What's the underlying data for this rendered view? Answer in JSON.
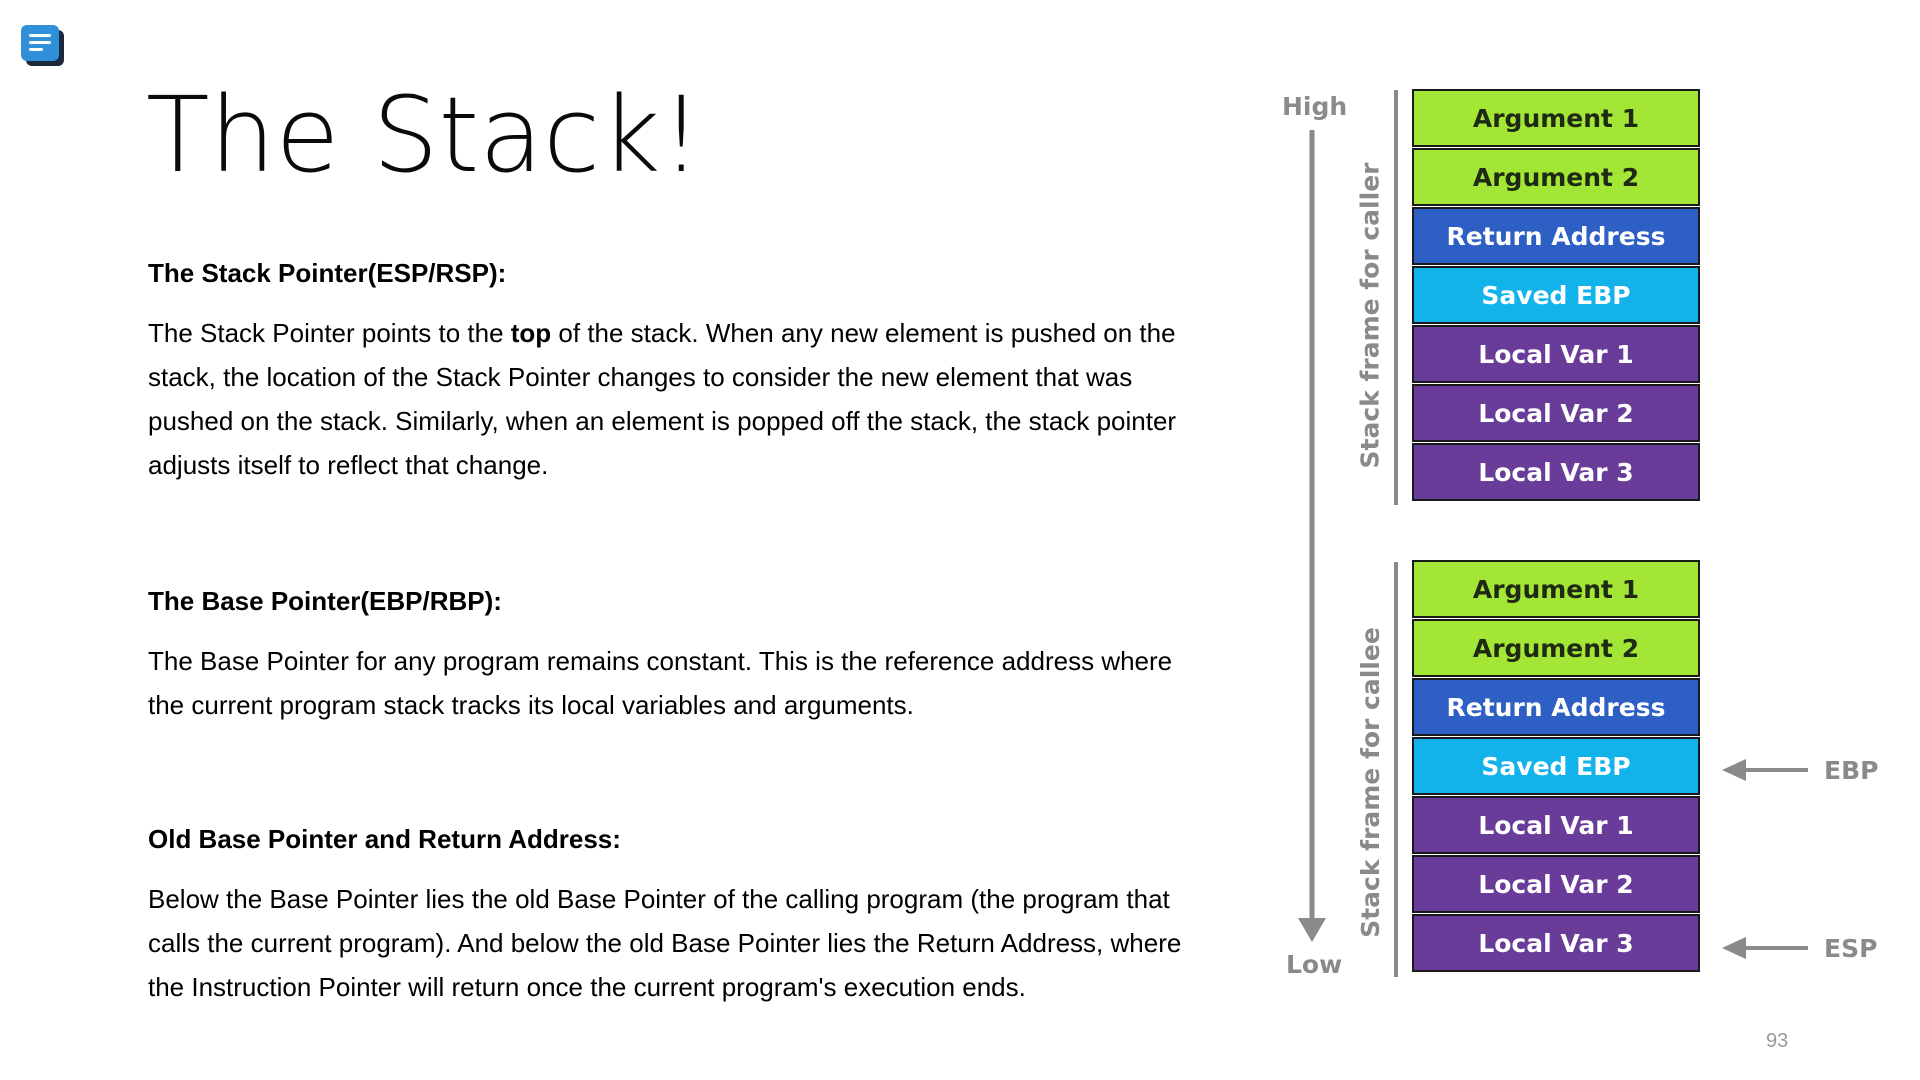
{
  "title": "The Stack!",
  "sections": [
    {
      "heading": "The Stack Pointer(ESP/RSP):",
      "text_pre": "The Stack Pointer points to the ",
      "text_bold": "top",
      "text_post": " of the stack. When any new element is pushed on the stack, the location of the Stack Pointer changes to consider the new element that was pushed on the stack. Similarly, when an element is popped off the stack, the stack pointer adjusts itself to reflect that change."
    },
    {
      "heading": "The Base Pointer(EBP/RBP):",
      "text": "The Base Pointer for any program remains constant. This is the reference address where the current program stack tracks its local variables and arguments."
    },
    {
      "heading": "Old Base Pointer and Return Address:",
      "text": "Below the Base Pointer lies the old Base Pointer of the calling program (the program that calls the current program). And below the old Base Pointer lies the Return Address, where the Instruction Pointer will return once the current program's execution ends."
    }
  ],
  "diagram": {
    "high_label": "High",
    "low_label": "Low",
    "caller_label": "Stack frame for caller",
    "callee_label": "Stack frame for callee",
    "caller_cells": [
      "Argument 1",
      "Argument 2",
      "Return Address",
      "Saved EBP",
      "Local Var 1",
      "Local Var 2",
      "Local Var 3"
    ],
    "callee_cells": [
      "Argument 1",
      "Argument 2",
      "Return Address",
      "Saved EBP",
      "Local Var 1",
      "Local Var 2",
      "Local Var 3"
    ],
    "ebp_label": "EBP",
    "esp_label": "ESP",
    "colors": {
      "argument": "#a3e635",
      "return_address": "#2d5fc4",
      "saved_ebp": "#12b3eb",
      "local_var": "#6a3c9a",
      "gray": "#8a8a8a"
    }
  },
  "page_number": "93"
}
